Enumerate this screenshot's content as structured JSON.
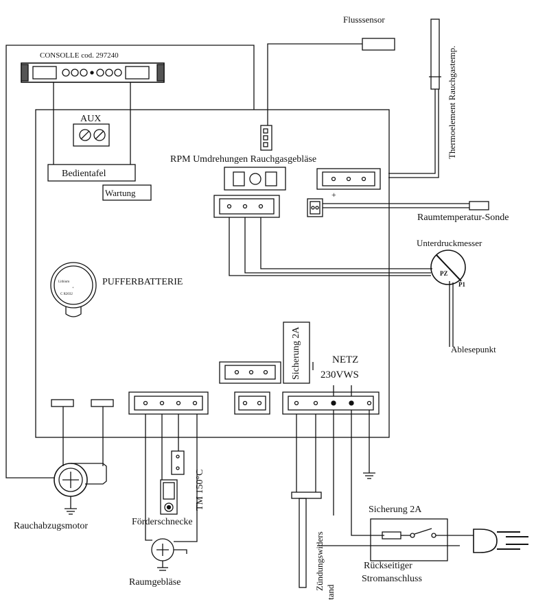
{
  "labels": {
    "consolle": "CONSOLLE cod. 297240",
    "flusssensor": "Flusssensor",
    "thermoelement": "Thermoelement Rauchgastemp.",
    "aux": "AUX",
    "rpm": "RPM Umdrehungen Rauchgasgebläse",
    "bedientafel": "Bedientafel",
    "wartung": "Wartung",
    "raumtemp": "Raumtemperatur-Sonde",
    "unterdruck": "Unterdruckmesser",
    "pz": "PZ",
    "p1": "P1",
    "ablese": "Ablesepunkt",
    "puffer": "PUFFERBATTERIE",
    "sicherung_vertical": "Sicherung 2A",
    "netz_line1": "NETZ",
    "netz_line2": "230VWS",
    "tm": "TM 150°C",
    "rauchabzug": "Rauchabzugsmotor",
    "forderschnecke": "Förderschnecke",
    "raumgeblase": "Raumgebläse",
    "zuendung_line1": "Zündungswiders",
    "zuendung_line2": "tand",
    "sicherung_right": "Sicherung 2A",
    "ruckseitig_line1": "Rückseitiger",
    "ruckseitig_line2": "Stromanschluss",
    "plus": "+",
    "minus": "-"
  },
  "colors": {
    "line": "#111111",
    "background": "#ffffff"
  }
}
